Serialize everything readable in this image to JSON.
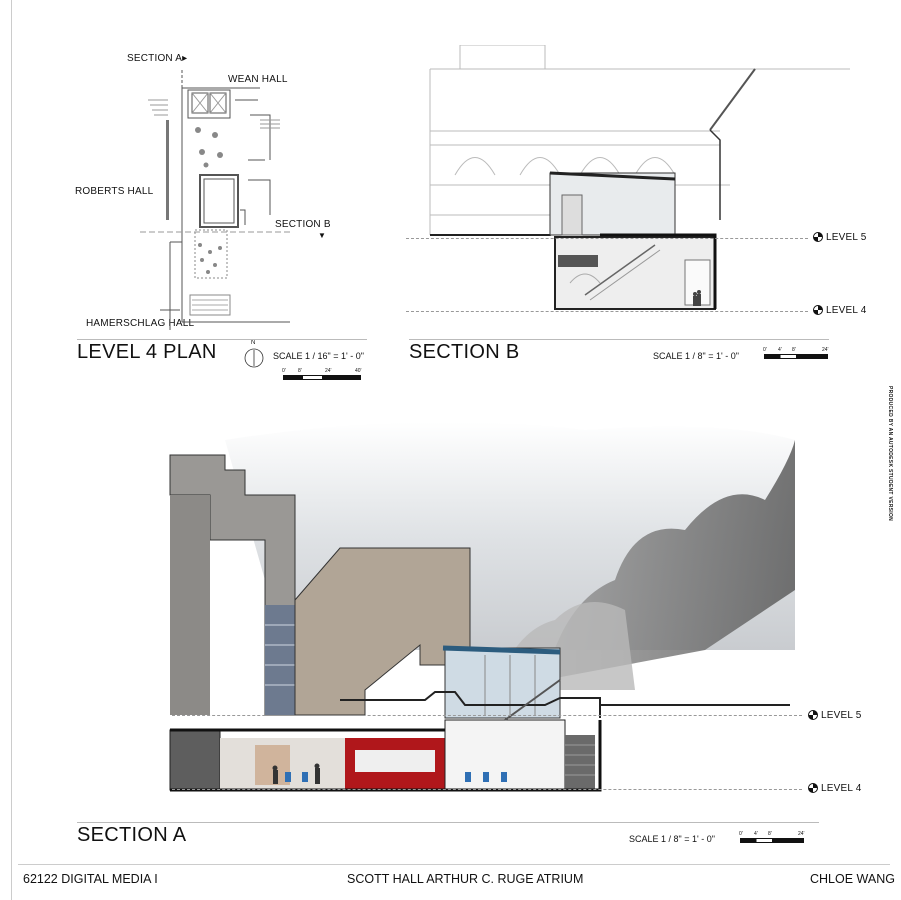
{
  "plan": {
    "section_a_marker": "SECTION A",
    "wean_hall": "WEAN HALL",
    "roberts_hall": "ROBERTS HALL",
    "section_b_marker": "SECTION B",
    "hamerschlag_hall": "HAMERSCHLAG HALL",
    "title": "LEVEL 4 PLAN",
    "north_label": "N",
    "scale": "SCALE  1 / 16\" = 1' - 0\"",
    "scale_ticks": [
      "0'",
      "8'",
      "24'",
      "40'"
    ]
  },
  "section_b": {
    "title": "SECTION B",
    "scale": "SCALE  1 / 8\" = 1' - 0\"",
    "scale_ticks": [
      "0'",
      "4'",
      "8'",
      "24'"
    ],
    "level5": "LEVEL 5",
    "level4": "LEVEL 4"
  },
  "section_a": {
    "title": "SECTION A",
    "scale": "SCALE  1 / 8\" = 1' - 0\"",
    "scale_ticks": [
      "0'",
      "4'",
      "8'",
      "24'"
    ],
    "level5": "LEVEL 5",
    "level4": "LEVEL 4"
  },
  "side_note": "PRODUCED BY AN AUTODESK STUDENT VERSION",
  "footer": {
    "course": "62122 DIGITAL MEDIA I",
    "project": "SCOTT HALL ARTHUR C. RUGE ATRIUM",
    "author": "CHLOE WANG"
  }
}
